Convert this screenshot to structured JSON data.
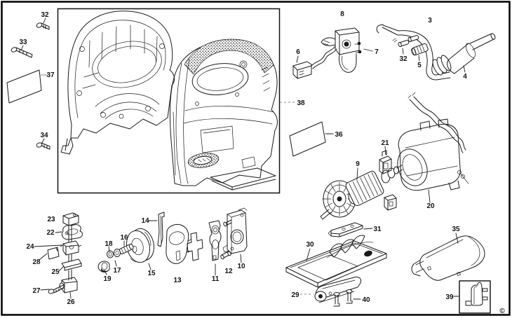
{
  "diagram": {
    "description_labels": "exploded parts diagram callout numbers",
    "copyright": "©"
  },
  "colors": {
    "line": "#1a1a1a",
    "leader_gray": "#8a8a8a",
    "background": "#ffffff"
  },
  "parts": {
    "p3": "3",
    "p4": "4",
    "p5": "5",
    "p6": "6",
    "p7": "7",
    "p8": "8",
    "p9": "9",
    "p10": "10",
    "p11": "11",
    "p12": "12",
    "p13": "13",
    "p14": "14",
    "p15": "15",
    "p16": "16",
    "p17": "17",
    "p18": "18",
    "p19": "19",
    "p20": "20",
    "p21": "21",
    "p22": "22",
    "p23": "23",
    "p24": "24",
    "p25": "25",
    "p26": "26",
    "p27": "27",
    "p28": "28",
    "p29": "29",
    "p30": "30",
    "p31": "31",
    "p32": "32",
    "p33": "33",
    "p34": "34",
    "p35": "35",
    "p36": "36",
    "p37": "37",
    "p38": "38",
    "p39": "39",
    "p40": "40"
  }
}
